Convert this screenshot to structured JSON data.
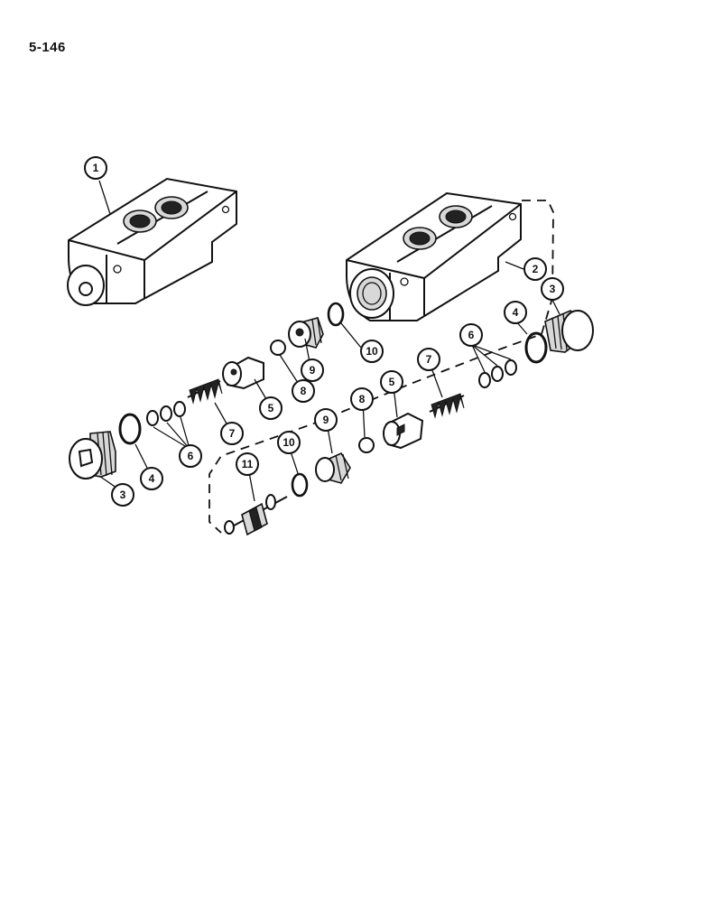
{
  "page": {
    "number": "5-146"
  },
  "callouts": [
    "1",
    "2",
    "3",
    "3",
    "4",
    "4",
    "5",
    "5",
    "6",
    "6",
    "7",
    "7",
    "8",
    "8",
    "9",
    "9",
    "10",
    "10",
    "11"
  ],
  "parts": {
    "valve_body_assembled": "valve-body-icon",
    "valve_body_cutaway": "valve-body-icon",
    "plug": "plug-icon",
    "o_ring": "o-ring-icon",
    "spacer": "spacer-icon",
    "shim": "shim-icon",
    "spring": "spring-icon",
    "ball": "ball-icon",
    "seat": "seat-icon",
    "spool": "spool-icon"
  }
}
